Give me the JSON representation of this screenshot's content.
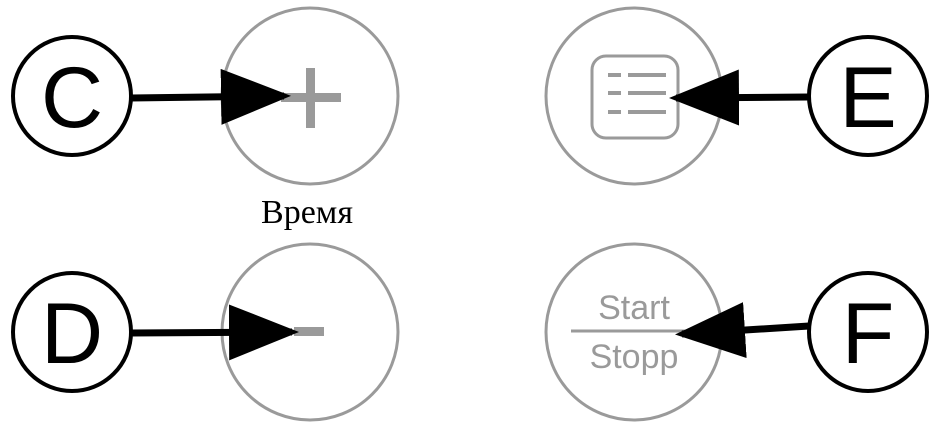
{
  "callouts": {
    "c": "C",
    "d": "D",
    "e": "E",
    "f": "F"
  },
  "buttons": {
    "time_caption": "Время",
    "start_label": "Start",
    "stop_label": "Stopp",
    "plus_icon": "plus-icon",
    "minus_icon": "minus-icon",
    "menu_icon": "menu-list-icon"
  },
  "colors": {
    "button_outline": "#9a9a9a",
    "icon": "#9a9a9a",
    "callout": "#000000"
  }
}
